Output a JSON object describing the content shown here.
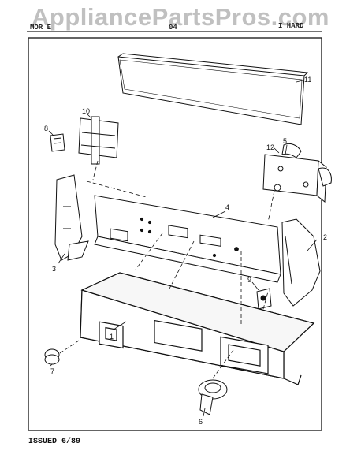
{
  "watermark": "AppliancePartsPros.com",
  "header": {
    "left": "MOR E",
    "mid": "04",
    "right": "I HARD"
  },
  "footer": {
    "issued": "ISSUED 6/89"
  },
  "callouts": [
    "1",
    "2",
    "3",
    "4",
    "5",
    "6",
    "7",
    "8",
    "9",
    "10",
    "11",
    "12"
  ]
}
